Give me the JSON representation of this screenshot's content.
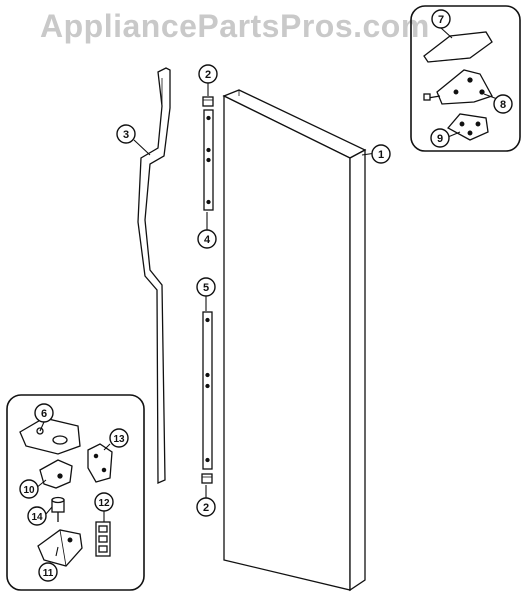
{
  "watermark": "AppliancePartsPros.com",
  "callouts": [
    {
      "id": "c1",
      "label": "1"
    },
    {
      "id": "c2a",
      "label": "2"
    },
    {
      "id": "c2b",
      "label": "2"
    },
    {
      "id": "c3",
      "label": "3"
    },
    {
      "id": "c4",
      "label": "4"
    },
    {
      "id": "c5",
      "label": "5"
    },
    {
      "id": "c6",
      "label": "6"
    },
    {
      "id": "c7",
      "label": "7"
    },
    {
      "id": "c8",
      "label": "8"
    },
    {
      "id": "c9",
      "label": "9"
    },
    {
      "id": "c10",
      "label": "10"
    },
    {
      "id": "c11",
      "label": "11"
    },
    {
      "id": "c12",
      "label": "12"
    },
    {
      "id": "c13",
      "label": "13"
    },
    {
      "id": "c14",
      "label": "14"
    }
  ],
  "colors": {
    "line": "#111111",
    "fill": "#ffffff",
    "watermark": "#c9c9c9"
  }
}
